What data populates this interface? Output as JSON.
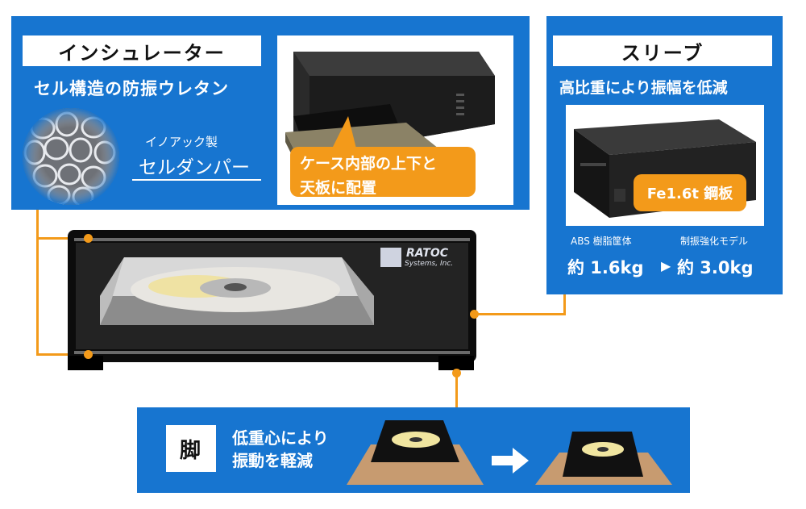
{
  "insulator": {
    "title": "インシュレーター",
    "subtitle": "セル構造の防振ウレタン",
    "maker": "イノアック製",
    "product": "セルダンパー",
    "callout_line1": "ケース内部の上下と",
    "callout_line2": "天板に配置"
  },
  "sleeve": {
    "title": "スリーブ",
    "subtitle": "高比重により振幅を低減",
    "callout": "Fe1.6t 鋼板",
    "left_label": "ABS 樹脂筐体",
    "right_label": "制振強化モデル",
    "left_weight": "約 1.6kg",
    "arrow": "▶",
    "right_weight": "約 3.0kg"
  },
  "device": {
    "logo_line1": "RATOC",
    "logo_line2": "Systems, Inc."
  },
  "foot": {
    "label": "脚",
    "line1": "低重心により",
    "line2": "振動を軽減"
  },
  "colors": {
    "panel_blue": "#1775d0",
    "accent_orange": "#f39a1a"
  }
}
